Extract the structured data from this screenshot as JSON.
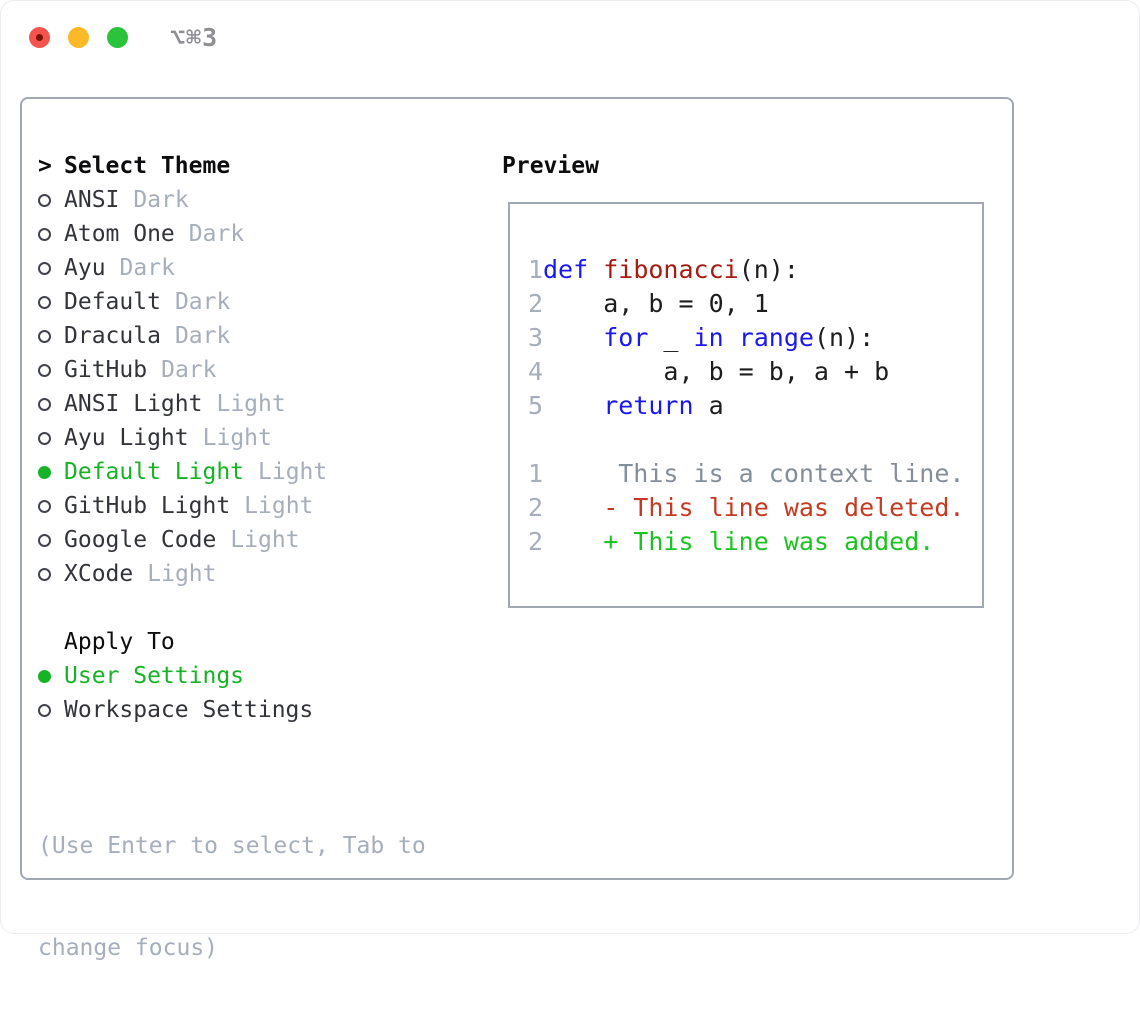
{
  "colors": {
    "accent_green": "#17b327",
    "keyword_blue": "#1a18ee",
    "function_red": "#a61b12",
    "diff_red": "#c53a22",
    "diff_green": "#1dc322",
    "muted_gray": "#a6aebb",
    "context_gray": "#848e99",
    "text_dark": "#32343a",
    "header_black": "#0d0d0f",
    "code_black": "#1d1d1f",
    "border_gray": "#a0a8b4",
    "radio_gray": "#41444c",
    "title_gray": "#8e8e93",
    "tl_red": "#f4544d",
    "tl_yellow": "#fbb927",
    "tl_green": "#2bc23c",
    "tl_dot": "#7a120c"
  },
  "window": {
    "title": "⌥⌘3"
  },
  "theme_selector": {
    "header_prefix": ">",
    "header": "Select Theme",
    "items": [
      {
        "name": "ANSI",
        "variant": "Dark",
        "selected": false
      },
      {
        "name": "Atom One",
        "variant": "Dark",
        "selected": false
      },
      {
        "name": "Ayu",
        "variant": "Dark",
        "selected": false
      },
      {
        "name": "Default",
        "variant": "Dark",
        "selected": false
      },
      {
        "name": "Dracula",
        "variant": "Dark",
        "selected": false
      },
      {
        "name": "GitHub",
        "variant": "Dark",
        "selected": false
      },
      {
        "name": "ANSI Light",
        "variant": "Light",
        "selected": false
      },
      {
        "name": "Ayu Light",
        "variant": "Light",
        "selected": false
      },
      {
        "name": "Default Light",
        "variant": "Light",
        "selected": true
      },
      {
        "name": "GitHub Light",
        "variant": "Light",
        "selected": false
      },
      {
        "name": "Google Code",
        "variant": "Light",
        "selected": false
      },
      {
        "name": "XCode",
        "variant": "Light",
        "selected": false
      }
    ],
    "apply_to": {
      "header": "Apply To",
      "options": [
        {
          "name": "User Settings",
          "selected": true
        },
        {
          "name": "Workspace Settings",
          "selected": false
        }
      ]
    },
    "help_lines": [
      "(Use Enter to select, Tab to",
      "change focus)"
    ]
  },
  "preview": {
    "header": "Preview",
    "lines": [
      {
        "num": "1",
        "tokens": [
          {
            "t": "def",
            "c": "kw"
          },
          {
            "t": " ",
            "c": "tx"
          },
          {
            "t": "fibonacci",
            "c": "fn"
          },
          {
            "t": "(n):",
            "c": "tx"
          }
        ]
      },
      {
        "num": "2",
        "tokens": [
          {
            "t": "    a, b = 0, 1",
            "c": "tx"
          }
        ]
      },
      {
        "num": "3",
        "tokens": [
          {
            "t": "    ",
            "c": "tx"
          },
          {
            "t": "for",
            "c": "kw"
          },
          {
            "t": " _ ",
            "c": "tx"
          },
          {
            "t": "in",
            "c": "kw"
          },
          {
            "t": " ",
            "c": "tx"
          },
          {
            "t": "range",
            "c": "kw"
          },
          {
            "t": "(n):",
            "c": "tx"
          }
        ]
      },
      {
        "num": "4",
        "tokens": [
          {
            "t": "        a, b = b, a + b",
            "c": "tx"
          }
        ]
      },
      {
        "num": "5",
        "tokens": [
          {
            "t": "    ",
            "c": "tx"
          },
          {
            "t": "return",
            "c": "kw"
          },
          {
            "t": " a",
            "c": "tx"
          }
        ]
      },
      {
        "num": "",
        "tokens": []
      },
      {
        "num": "1",
        "tokens": [
          {
            "t": "     This is a context line.",
            "c": "ctx"
          }
        ]
      },
      {
        "num": "2",
        "tokens": [
          {
            "t": "    - This line was deleted.",
            "c": "del"
          }
        ]
      },
      {
        "num": "2",
        "tokens": [
          {
            "t": "    + This line was added.",
            "c": "add"
          }
        ]
      }
    ]
  }
}
